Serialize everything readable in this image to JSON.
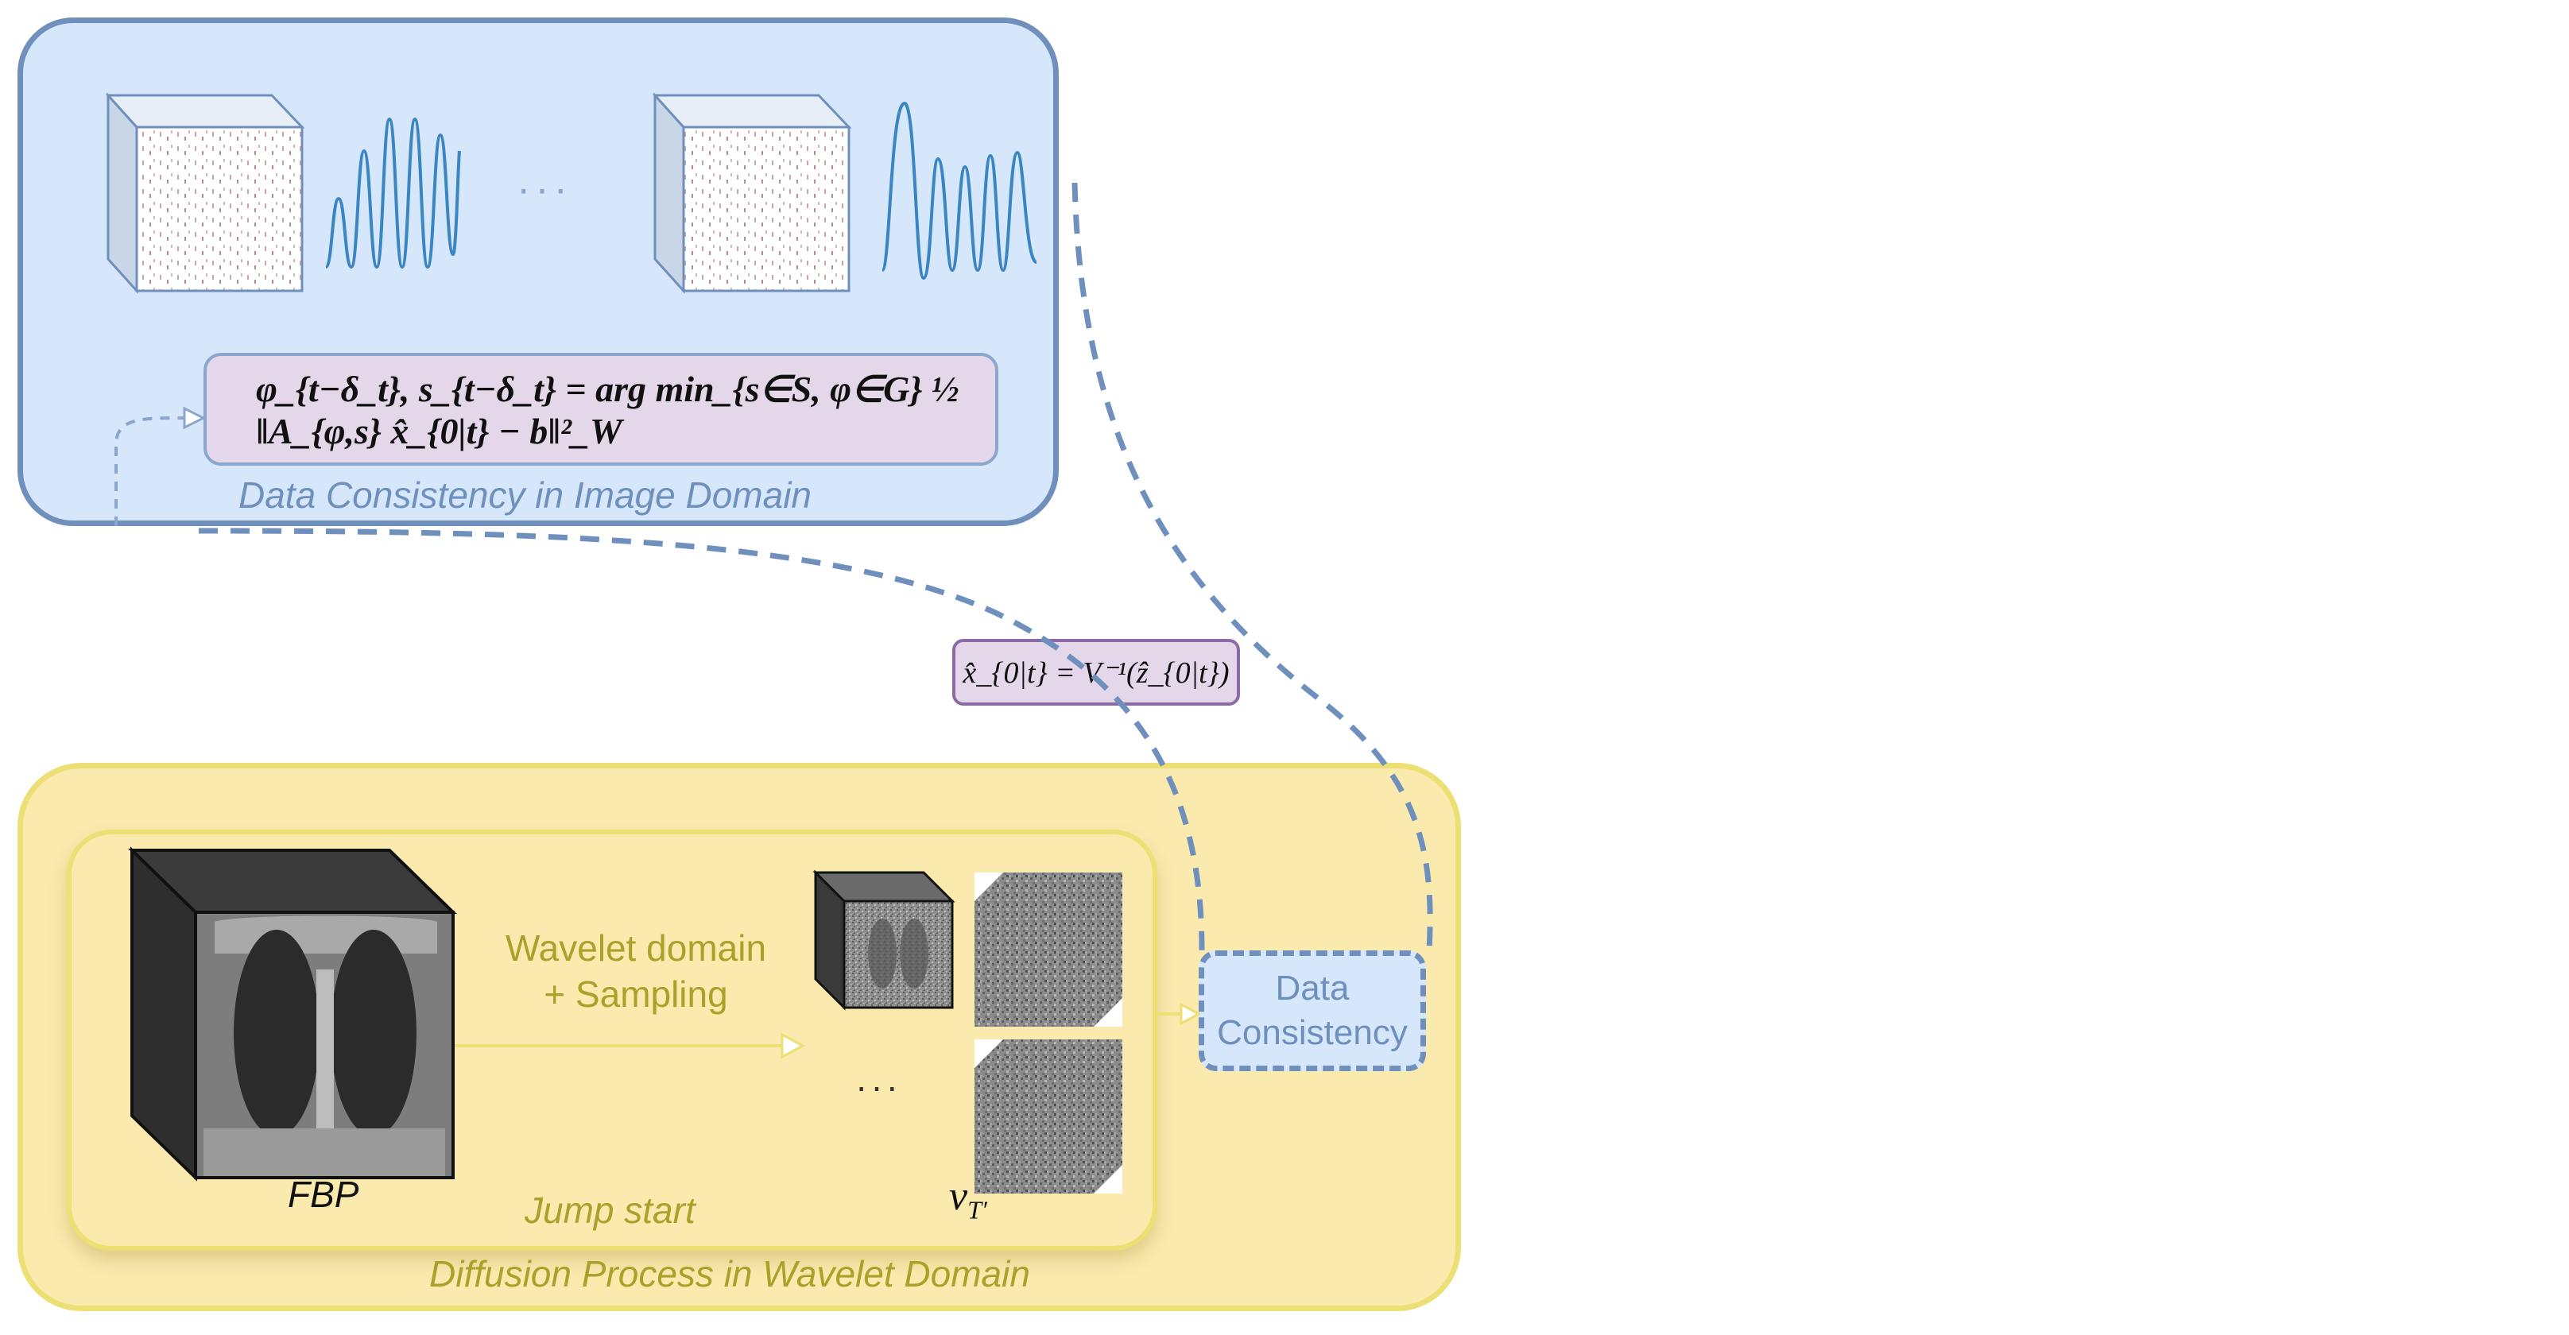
{
  "image_domain": {
    "caption": "Data Consistency in Image Domain",
    "ellipsis": "···",
    "formula": "φ_{t−δ_t}, s_{t−δ_t} = arg min_{s∈S, φ∈G} ½ ‖A_{φ,s} x̂_{0|t} − b‖²_W"
  },
  "mapping_formula": "x̂_{0|t} = V⁻¹(ẑ_{0|t})",
  "wavelet_domain": {
    "caption": "Diffusion Process in Wavelet Domain",
    "jump_start_caption": "Jump start",
    "fbp_label": "FBP",
    "arrow_label_line1": "Wavelet domain",
    "arrow_label_line2": "+ Sampling",
    "ellipsis": "···",
    "v_label": "v",
    "v_subscript": "T′"
  },
  "data_consistency_box": {
    "line1": "Data",
    "line2": "Consistency"
  },
  "colors": {
    "image_panel_fill": "#d6e6fb",
    "image_panel_border": "#6f90bd",
    "wavelet_panel_fill": "#faeaae",
    "wavelet_panel_border": "#ece075",
    "formula_fill": "#e4d7ea",
    "signal": "#3a86c2",
    "caption_yellow": "#a9a12a"
  }
}
